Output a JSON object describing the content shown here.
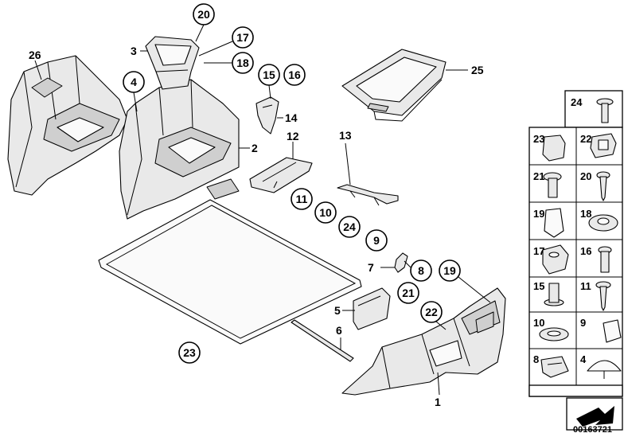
{
  "callouts": {
    "c1": "1",
    "c2": "2",
    "c3": "3",
    "c4": "4",
    "c5": "5",
    "c6": "6",
    "c7": "7",
    "c8": "8",
    "c9": "9",
    "c10": "10",
    "c11": "11",
    "c12": "12",
    "c13": "13",
    "c14": "14",
    "c15": "15",
    "c16": "16",
    "c17": "17",
    "c18": "18",
    "c19": "19",
    "c20": "20",
    "c21": "21",
    "c22": "22",
    "c23": "23",
    "c24": "24",
    "c25": "25",
    "c26": "26"
  },
  "fasteners_panel": {
    "cells": [
      "24",
      "23",
      "22",
      "21",
      "20",
      "19",
      "18",
      "17",
      "16",
      "15",
      "11",
      "10",
      "9",
      "8",
      "4"
    ]
  },
  "document_number": "00163721"
}
